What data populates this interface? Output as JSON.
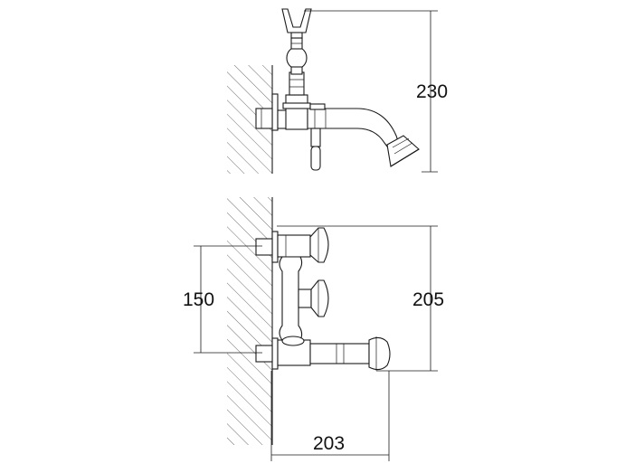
{
  "dimensions": {
    "top_height": "230",
    "bottom_spacing": "150",
    "bottom_height": "205",
    "projection": "203"
  }
}
